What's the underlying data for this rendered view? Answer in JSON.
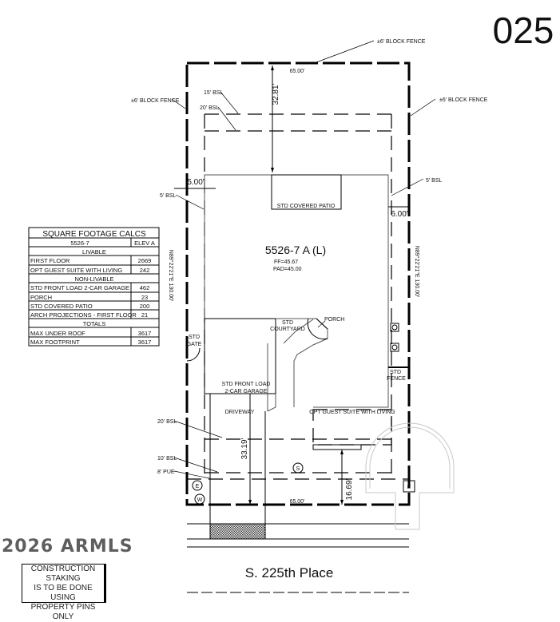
{
  "lot_number": "025",
  "plan": {
    "model": "5526-7 A (L)",
    "ff": "FF=45.67",
    "pad": "PAD=45.00"
  },
  "labels": {
    "block_fence_top": "±6' BLOCK FENCE",
    "block_fence_left": "±6' BLOCK FENCE",
    "block_fence_right": "±6' BLOCK FENCE",
    "bsl_15": "15' BSL",
    "bsl_20_rear": "20' BSL",
    "bsl_5_left": "5' BSL",
    "bsl_5_right": "5' BSL",
    "bsl_20_front": "20' BSL",
    "bsl_10": "10' BSL",
    "pue_8": "8' PUE",
    "covered_patio": "STD COVERED PATIO",
    "std_gate": [
      "STD",
      "GATE"
    ],
    "courtyard": [
      "STD",
      "COURTYARD"
    ],
    "porch": "PORCH",
    "garage": [
      "STD FRONT LOAD",
      "2-CAR GARAGE"
    ],
    "driveway": "DRIVEWAY",
    "guest_suite": "OPT GUEST SUITE WITH LIVING",
    "std_fence": [
      "STD",
      "FENCE"
    ],
    "sewer": "S",
    "electric": "E",
    "water": "W",
    "electric_box": "E"
  },
  "dimensions": {
    "rear_width": "65.00'",
    "front_width": "65.00'",
    "rear_setback": "32.81'",
    "left_side": "5.00'",
    "right_side": "6.00'",
    "front_setback_garage": "33.19'",
    "front_setback_suite": "16.69'",
    "bearing_left": "N89°22'21\"E 130.00'",
    "bearing_right": "N89°22'21\"E 130.00'"
  },
  "table": {
    "title": "SQUARE FOOTAGE CALCS",
    "plan": "5526-7",
    "elev": "ELEV A",
    "sections": [
      {
        "heading": "LIVABLE",
        "rows": [
          [
            "FIRST FLOOR",
            "2669"
          ],
          [
            "OPT GUEST SUITE WITH LIVING",
            "242"
          ]
        ]
      },
      {
        "heading": "NON-LIVABLE",
        "rows": [
          [
            "STD FRONT LOAD 2-CAR GARAGE",
            "462"
          ],
          [
            "PORCH",
            "23"
          ],
          [
            "STD COVERED PATIO",
            "200"
          ],
          [
            "ARCH PROJECTIONS - FIRST FLOOR",
            "21"
          ]
        ]
      },
      {
        "heading": "TOTALS",
        "rows": [
          [
            "MAX UNDER ROOF",
            "3617"
          ],
          [
            "MAX FOOTPRINT",
            "3617"
          ]
        ]
      }
    ]
  },
  "street": "S. 225th Place",
  "note": [
    "CONSTRUCTION STAKING",
    "IS TO BE DONE USING",
    "PROPERTY PINS ONLY"
  ],
  "watermark": "2026 ARMLS"
}
